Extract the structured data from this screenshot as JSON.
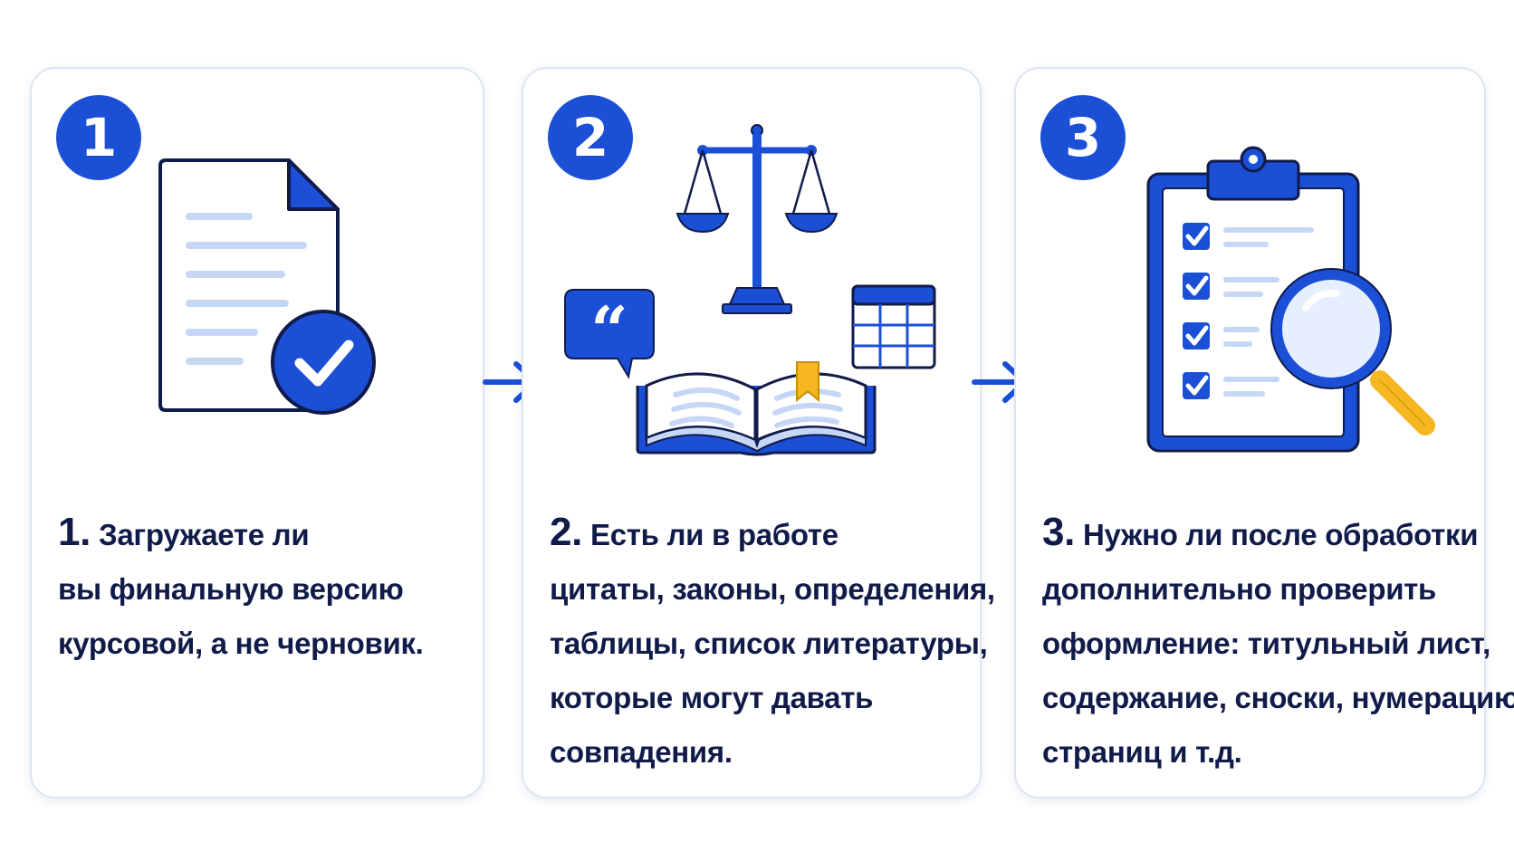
{
  "colors": {
    "primary": "#1a4fd6",
    "light_line": "#c6d7f6",
    "accent_yellow": "#f6b723",
    "text_dark": "#111b4a",
    "card_border": "#dde5f2"
  },
  "steps": [
    {
      "badge": "1",
      "icon": "document-check-icon",
      "number": "1.",
      "lines": [
        "Загружаете ли",
        "вы финальную версию",
        "курсовой, а не черновик."
      ]
    },
    {
      "badge": "2",
      "icon": "book-law-quote-table-icon",
      "number": "2.",
      "lines": [
        "Есть ли в работе",
        "цитаты, законы, определения,",
        "таблицы, список литературы,",
        "которые могут давать",
        "совпадения."
      ]
    },
    {
      "badge": "3",
      "icon": "clipboard-magnifier-icon",
      "number": "3.",
      "lines": [
        "Нужно ли после обработки",
        "дополнительно проверить",
        "оформление: титульный лист,",
        "содержание, сноски, нумерацию",
        "страниц и т.д."
      ]
    }
  ],
  "arrows": [
    "arrow-right-icon",
    "arrow-right-icon"
  ]
}
